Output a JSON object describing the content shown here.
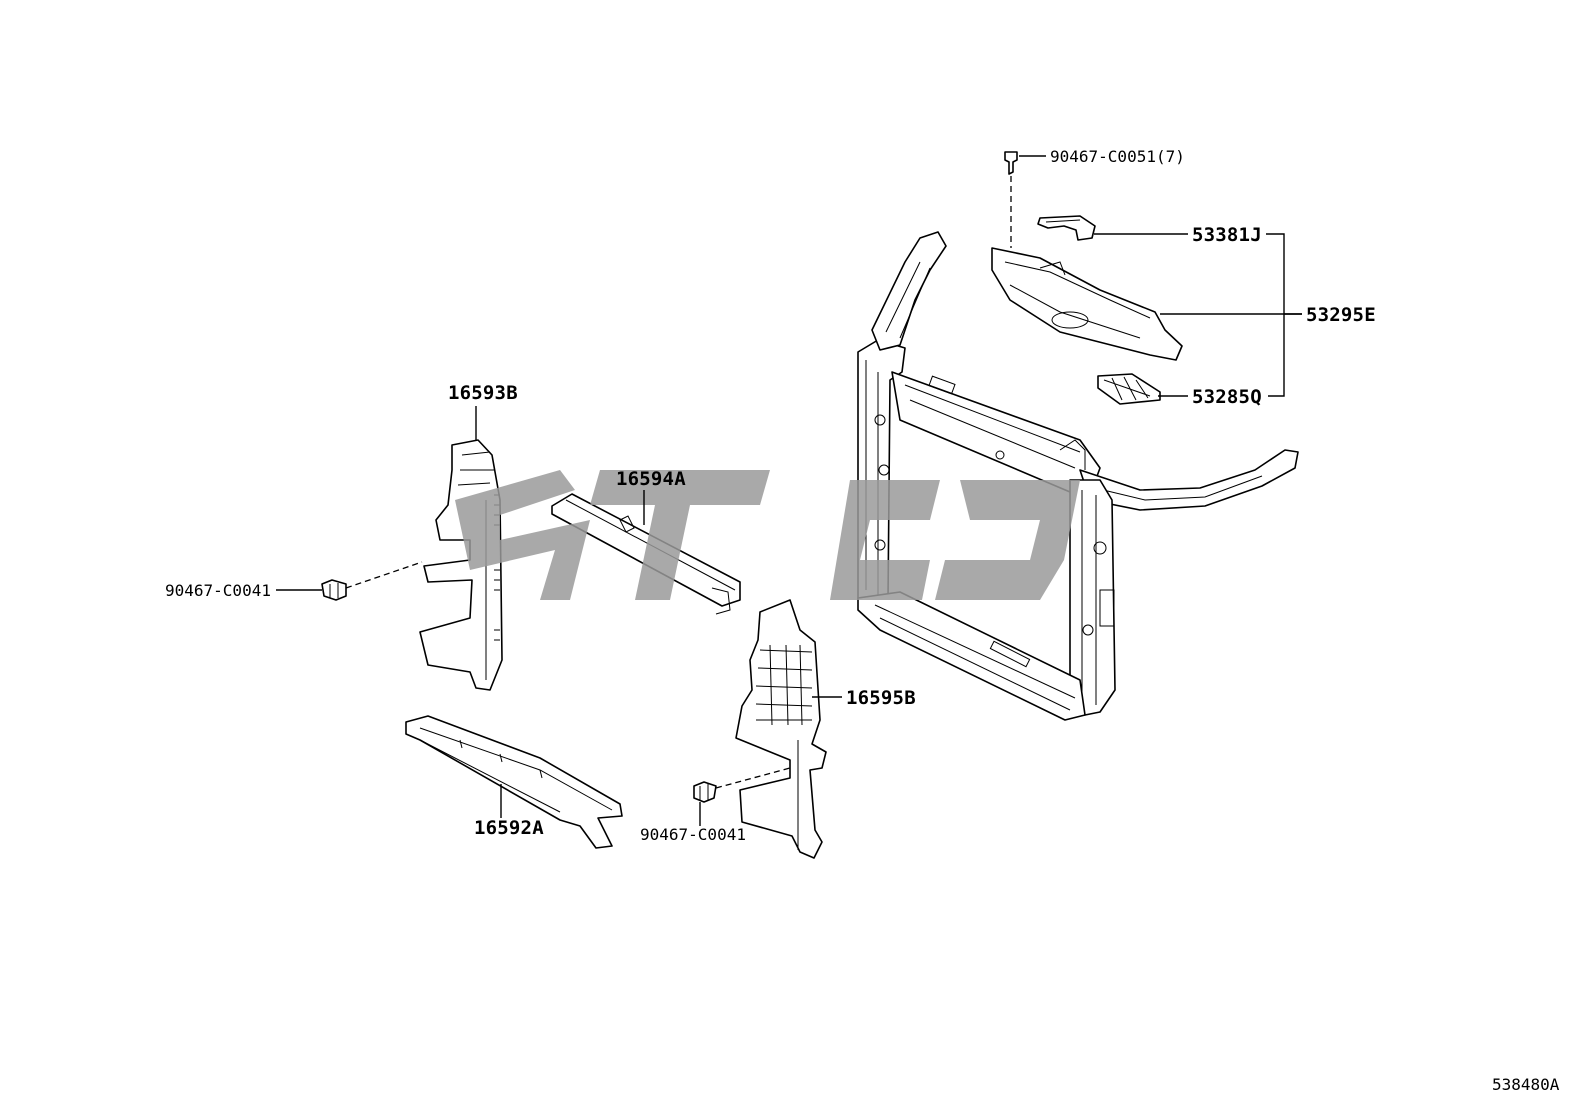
{
  "diagram_id": "538480A",
  "callouts": {
    "p1": "90467-C0051(7)",
    "p2": "53381J",
    "p3": "53295E",
    "p4": "53285Q",
    "p5": "16593B",
    "p6": "16594A",
    "p7": "90467-C0041",
    "p8": "16595B",
    "p9": "90467-C0041",
    "p10": "16592A"
  }
}
